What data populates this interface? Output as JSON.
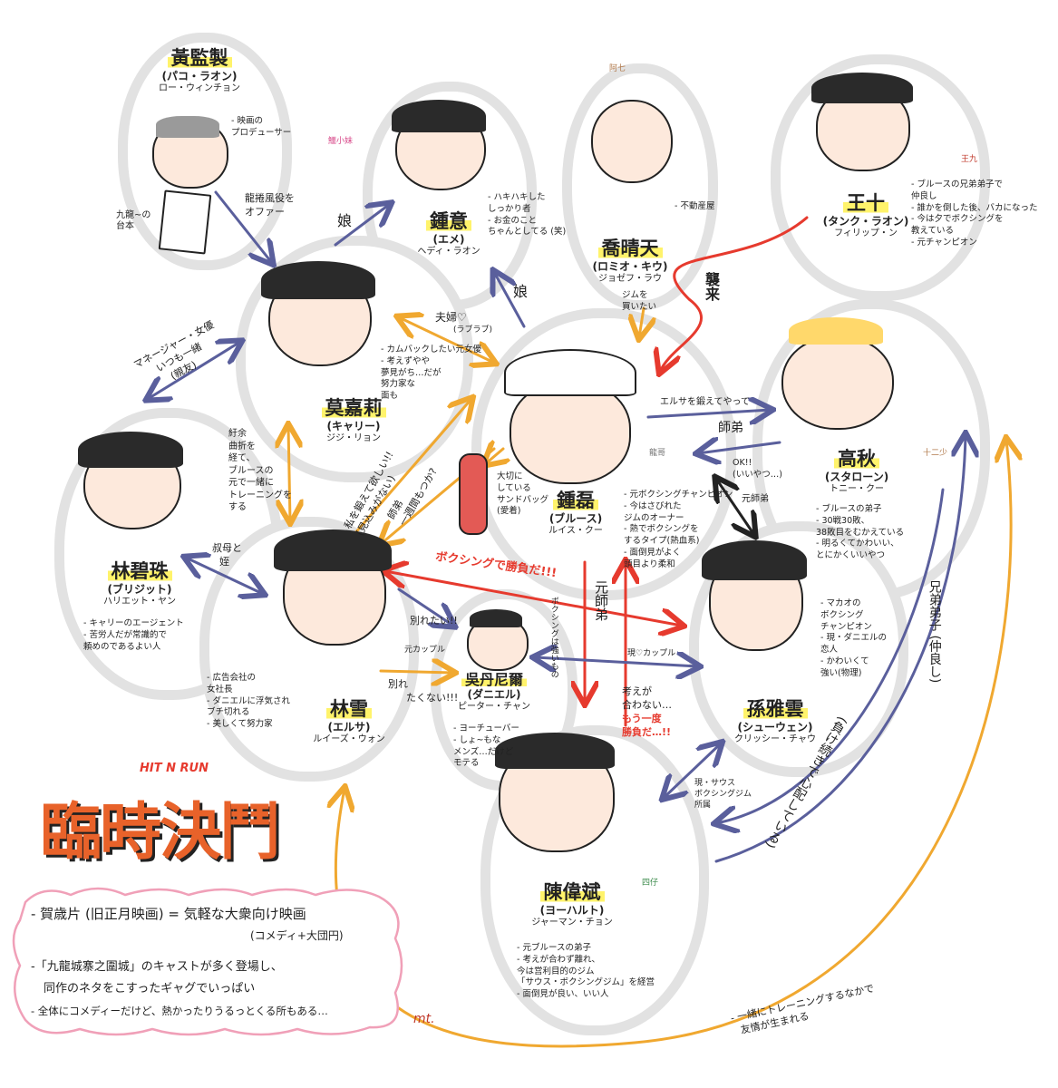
{
  "title": {
    "small": "HIT N RUN",
    "main": "臨時決鬥",
    "signature": "mt."
  },
  "info": {
    "line1": "- 賀歳片 (旧正月映画) = 気軽な大衆向け映画",
    "line2": "(コメディ+大団円)",
    "line3": "-「九龍城寨之圍城」のキャストが多く登場し、",
    "line4": "同作のネタをこすったギャグでいっぱい",
    "line5": "- 全体にコメディーだけど、熱かったりうるっとくる所もある…"
  },
  "characters": {
    "huang": {
      "name": "黃監製",
      "nick": "(パコ・ラオン)",
      "real": "ロー・ウィンチョン",
      "notes": [
        "- 映画の",
        "プロデューサー"
      ],
      "side": "九龍~の 台本"
    },
    "zhongyi": {
      "name": "鍾意",
      "nick": "(エメ)",
      "real": "ヘディ・ラオン",
      "notes": [
        "- ハキハキした",
        "しっかり者",
        "- お金のこと",
        "ちゃんとしてる (笑)"
      ],
      "side": "鱷小妹"
    },
    "qiao": {
      "name": "喬晴天",
      "nick": "(ロミオ・キウ)",
      "real": "ジョゼフ・ラウ",
      "notes": [
        "- 不動産屋"
      ],
      "side": "阿七"
    },
    "wang": {
      "name": "王十",
      "nick": "(タンク・ラオン)",
      "real": "フィリップ・ン",
      "notes": [
        "- ブルースの兄弟弟子で",
        "仲良し",
        "- 誰かを倒した後、バカになった",
        "- 今は夕でボクシングを",
        "教えている",
        "- 元チャンピオン"
      ],
      "side": "王九"
    },
    "mo": {
      "name": "莫嘉莉",
      "nick": "(キャリー)",
      "real": "ジジ・リョン",
      "notes": [
        "- カムバックしたい元女優",
        "- 考えずやや",
        "夢見がち…だが",
        "努力家な",
        "面も"
      ]
    },
    "zhonglei": {
      "name": "鍾磊",
      "nick": "(ブルース)",
      "real": "ルイス・クー",
      "notes": [
        "- 元ボクシングチャンピオン",
        "- 今はさびれた",
        "ジムのオーナー",
        "- 熱でボクシングを",
        "するタイプ(熱血系)",
        "- 面倒見がよく",
        "頭目より柔和"
      ],
      "bag": [
        "大切に",
        "している",
        "サンドバッグ",
        "(愛着)"
      ],
      "side": "龍哥"
    },
    "gaoqiu": {
      "name": "高秋",
      "nick": "(スタローン)",
      "real": "トニー・クー",
      "notes": [
        "- ブルースの弟子",
        "- 30戦30敗、",
        "38敗目をむかえている",
        "- 明るくてかわいい、",
        "とにかくいいやつ"
      ],
      "side": "十二少"
    },
    "lin_bi": {
      "name": "林碧珠",
      "nick": "(ブリジット)",
      "real": "ハリエット・ヤン",
      "notes": [
        "- キャリーのエージェント",
        "- 苦労人だが常識的で",
        "頼めのであるよい人"
      ]
    },
    "linxue": {
      "name": "林雪",
      "nick": "(エルサ)",
      "real": "ルイーズ・ウォン",
      "notes": [
        "- 広告会社の",
        "女社長",
        "- ダニエルに浮気され",
        "ブチ切れる",
        "- 美しくて努力家"
      ]
    },
    "wu": {
      "name": "吳丹尼爾",
      "nick": "(ダニエル)",
      "real": "ピーター・チャン",
      "notes": [
        "- ヨーチューバー",
        "- しょ~もな",
        "メンズ…だけど",
        "モテる"
      ]
    },
    "sun": {
      "name": "孫雅雲",
      "nick": "(シューウェン)",
      "real": "クリッシー・チャウ",
      "notes": [
        "- マカオの",
        "ボクシング",
        "チャンピオン",
        "- 現・ダニエルの",
        "恋人",
        "- かわいくて",
        "強い(物理)"
      ]
    },
    "chen": {
      "name": "陳偉斌",
      "nick": "(ヨーハルト)",
      "real": "ジャーマン・チョン",
      "notes": [
        "- 元ブルースの弟子",
        "- 考えが合わず離れ、",
        "今は営利目的のジム",
        "「サウス・ボクシングジム」を経営",
        "- 面倒見が良い、いい人"
      ],
      "side": "四仔"
    }
  },
  "relations": {
    "huang_mo": [
      "龍捲風役を",
      "オファー"
    ],
    "mo_zhongyi": "娘",
    "zhonglei_zhongyi": "娘",
    "mo_zhonglei": [
      "夫婦♡",
      "(ラブラブ)"
    ],
    "qiao_zhonglei": [
      "ジムを",
      "買いたい"
    ],
    "wang_zhonglei": "襲来",
    "zhonglei_gaoqiu": "エルサを鍛えてやって",
    "gaoqiu_zhonglei": "師弟",
    "ok": [
      "OK!!",
      "(いいやつ…)"
    ],
    "mo_linbi": [
      "マネージャー・女優",
      "いつも一緒",
      "(親友)"
    ],
    "mo_linxue": [
      "紆余",
      "曲折を",
      "経て、",
      "ブルースの",
      "元で一緒に",
      "トレーニングを",
      "する"
    ],
    "linxue_zhonglei": [
      "私を鍛えて欲しい!!",
      "(見込みがない)"
    ],
    "zhonglei_linxue": [
      "師弟",
      "一週間もつか?"
    ],
    "linbi_linxue": [
      "叔母と",
      "姪"
    ],
    "linxue_wu_1": "別れたい!!",
    "linxue_wu_2": "元カップル",
    "linxue_wu_3": [
      "別れ",
      "たくない!!!"
    ],
    "boxing": "ボクシングで勝負だ!!!",
    "boxing_v": "ボクシングは強いもの",
    "former_master": "元師弟",
    "wu_sun": "現♡カップル",
    "sun_zhonglei": "元師弟",
    "rematch": [
      "考えが",
      "合わない…",
      "もう一度",
      "勝負だ…!!"
    ],
    "chen_sun": [
      "現・サウス",
      "ボクシングジム",
      "所属"
    ],
    "brothers": [
      "兄弟弟子",
      "(仲良し)"
    ],
    "worried": "(負け続きで心配している)",
    "friendship": [
      "- 一緒にトレーニングするなかで",
      "友情が生まれる"
    ]
  },
  "colors": {
    "blue": "#5a5f9c",
    "orange": "#f0a830",
    "red": "#e63a2e",
    "black": "#222222",
    "highlight": "#fff36b",
    "skin": "#fde9dc"
  }
}
